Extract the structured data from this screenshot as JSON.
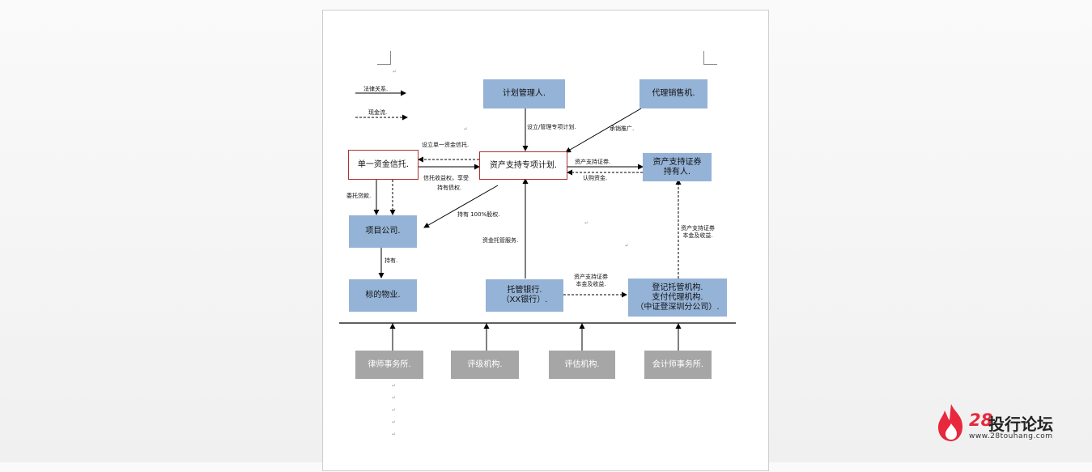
{
  "legend": {
    "legal_relation": "法律关系.",
    "fund_flow": "现金流."
  },
  "nodes": {
    "plan_manager": "计划管理人.",
    "agency_sales": "代理销售机.",
    "single_trust": "单一资金信托.",
    "abs_plan": "资产支持专项计划.",
    "abs_holder": "资产支持证券\n持有人.",
    "project_company": "项目公司.",
    "target_property": "标的物业.",
    "custodian_bank": "托管银行.\n（XX银行）.",
    "registrar": "登记托管机构.\n支付代理机构.\n（中证登深圳分公司）.",
    "law_firm": "律师事务所.",
    "rating_agency": "评级机构.",
    "appraisal_agency": "评估机构.",
    "accounting_firm": "会计师事务所."
  },
  "edges": {
    "setup_manage": "设立/管理专项计划.",
    "promotion": "承销推广.",
    "setup_single_trust": "设立单一资金信托.",
    "trust_benefit": "信托收益权，享受",
    "hold_creditor": "持有债权.",
    "abs_issue": "资产支持证券.",
    "subscription": "认购资金.",
    "hold_100_equity": "持有 100%股权.",
    "entrusted_loan": "委托贷款.",
    "fund_custody": "资金托管服务.",
    "holds": "持有.",
    "principal_income_1": "资产支持证券\n本金及收益.",
    "principal_income_2": "资产支持证券\n本金及收益."
  },
  "watermark": {
    "num": "28",
    "name": "投行论坛",
    "url": "www.28touhang.com"
  }
}
